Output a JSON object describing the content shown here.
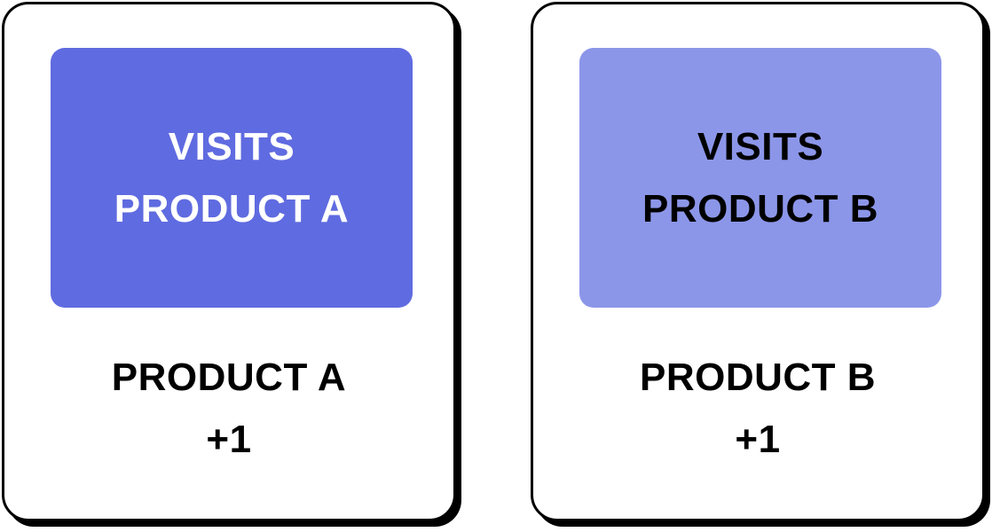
{
  "cards": [
    {
      "event_lines": [
        "VISITS",
        "PRODUCT A"
      ],
      "event_bg": "#5f6be0",
      "event_fg": "#ffffff",
      "result_label": "PRODUCT A",
      "result_value": "+1"
    },
    {
      "event_lines": [
        "VISITS",
        "PRODUCT B"
      ],
      "event_bg": "#8c96e9",
      "event_fg": "#000000",
      "result_label": "PRODUCT B",
      "result_value": "+1"
    }
  ]
}
